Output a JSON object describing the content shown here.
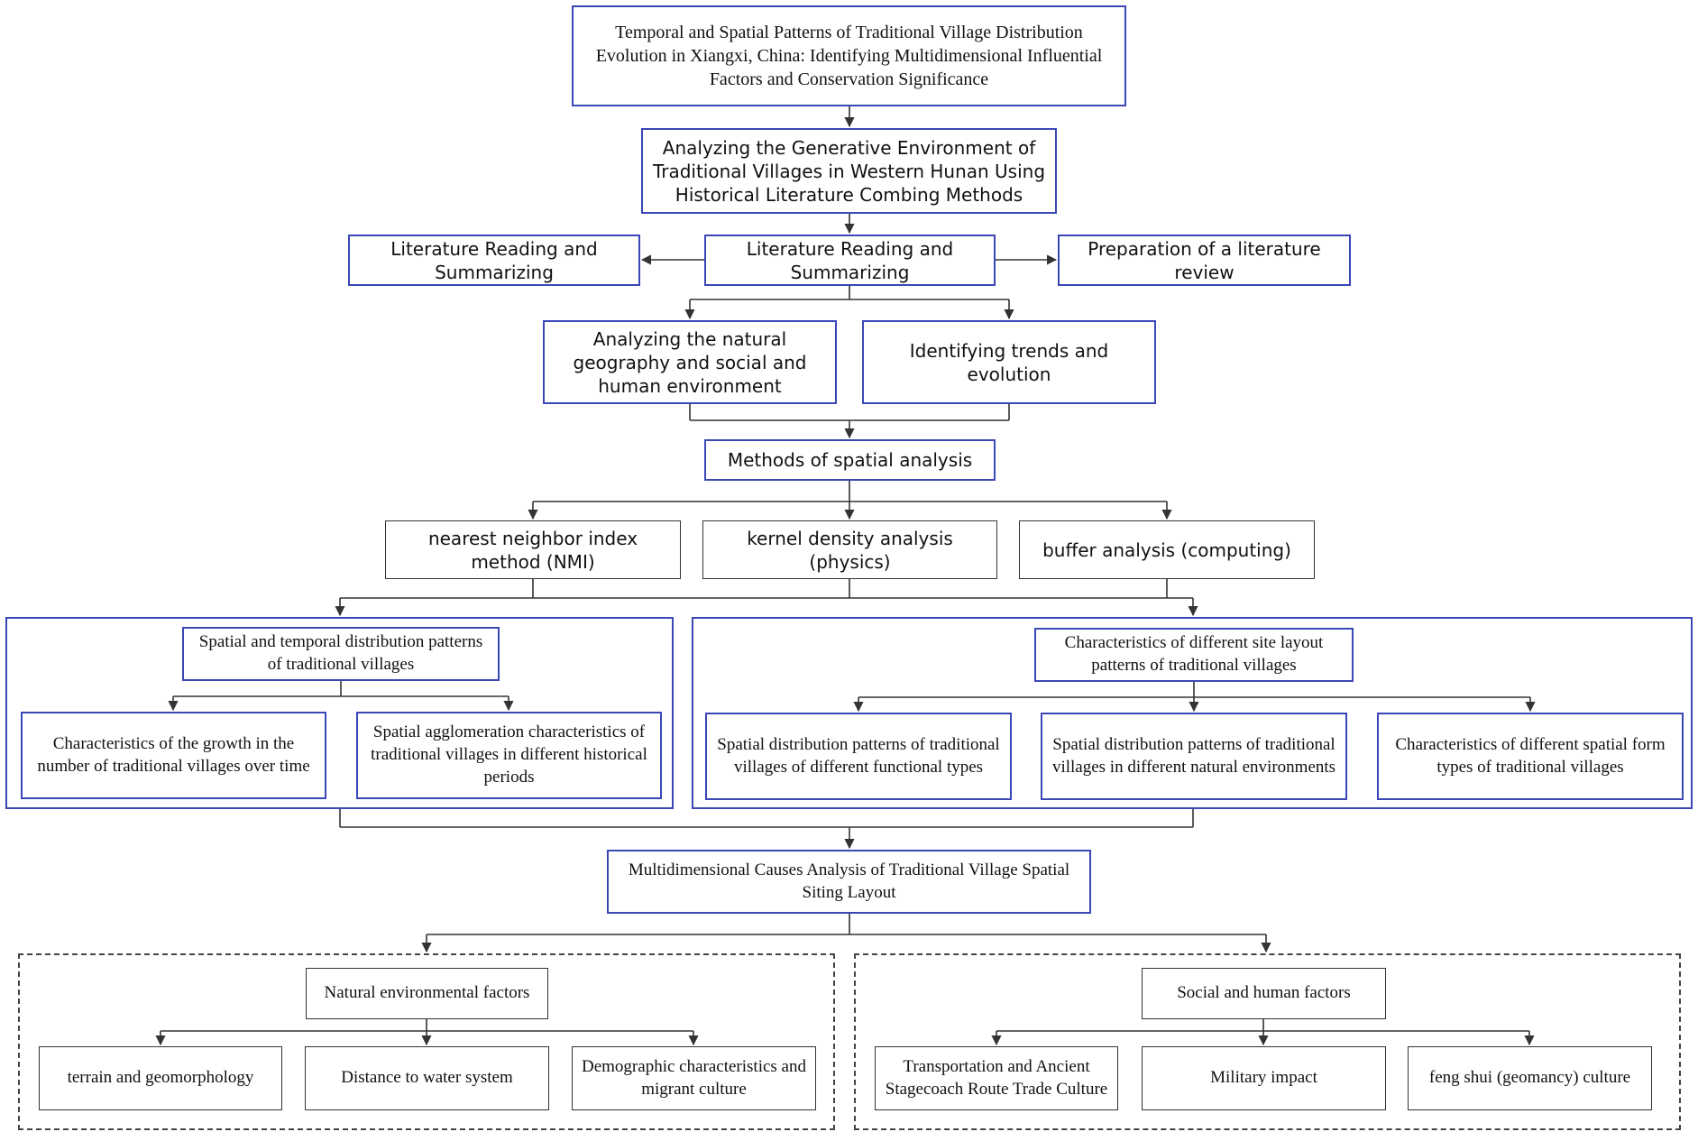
{
  "diagram": {
    "title_box": "Temporal and Spatial Patterns of Traditional Village Distribution Evolution in Xiangxi, China: Identifying Multidimensional Influential Factors and Conservation Significance",
    "generative_box": "Analyzing the Generative Environment of Traditional Villages in Western Hunan Using Historical Literature Combing Methods",
    "lit_center": "Literature Reading and Summarizing",
    "lit_left": "Literature Reading and Summarizing",
    "lit_review": "Preparation of a literature review",
    "natural_geo": "Analyzing the natural geography and social and human environment",
    "trends": "Identifying trends and evolution",
    "spatial_methods": "Methods of spatial analysis",
    "nmi": "nearest neighbor index method (NMI)",
    "kernel": "kernel density analysis (physics)",
    "buffer": "buffer analysis (computing)",
    "st_patterns": "Spatial and temporal distribution patterns of traditional villages",
    "growth": "Characteristics of the growth in the number of traditional villages over time",
    "agglomeration": "Spatial agglomeration characteristics of traditional villages in different historical periods",
    "site_layout": "Characteristics of different site layout patterns of traditional villages",
    "functional": "Spatial distribution patterns of traditional villages of different functional types",
    "natural_env_types": "Spatial distribution patterns of traditional villages in different natural environments",
    "spatial_form": "Characteristics of different spatial form types of traditional villages",
    "causes": "Multidimensional Causes Analysis of Traditional Village Spatial Siting Layout",
    "natural_factors": "Natural environmental factors",
    "terrain": "terrain and geomorphology",
    "water": "Distance to water system",
    "demographic": "Demographic characteristics and migrant culture",
    "social_factors": "Social and human factors",
    "transport": "Transportation and Ancient Stagecoach Route Trade Culture",
    "military": "Military impact",
    "fengshui": "feng shui (geomancy) culture"
  },
  "colors": {
    "box_border": "#3b47b6",
    "line": "#333333"
  }
}
